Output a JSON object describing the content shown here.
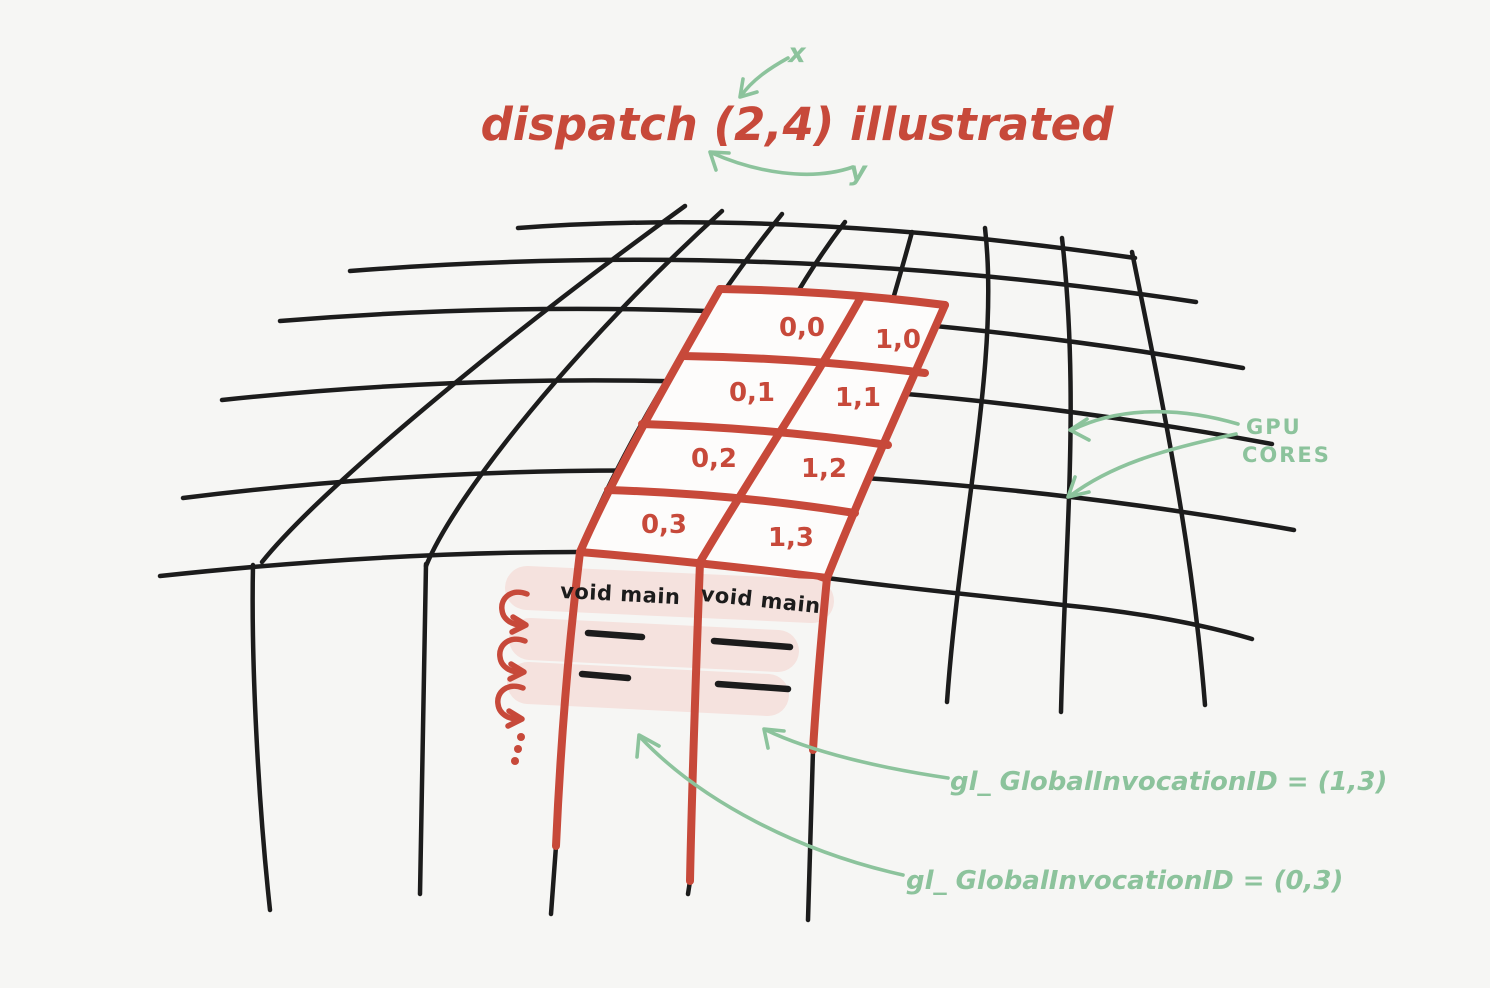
{
  "title": "dispatch (2,4) illustrated",
  "axis_arrows": {
    "x_label": "x",
    "y_label": "y"
  },
  "gpu_cores_label": {
    "line1": "GPU",
    "line2": "CORES"
  },
  "dispatch_grid": {
    "columns": 2,
    "rows": 4,
    "cell_labels": [
      "0,0",
      "1,0",
      "0,1",
      "1,1",
      "0,2",
      "1,2",
      "0,3",
      "1,3"
    ]
  },
  "threads": [
    {
      "code_header": "void main"
    },
    {
      "code_header": "void main"
    }
  ],
  "annotations": {
    "invocation_right": "gl_ GlobalInvocationID = (1,3)",
    "invocation_left": "gl_ GlobalInvocationID = (0,3)"
  },
  "colors": {
    "background": "#f6f6f4",
    "ink_black": "#1c1c1c",
    "accent_red": "#c7493a",
    "annotation_green": "#8cc39c",
    "highlight_pink": "#f5e2de",
    "cell_fill": "#fdfcfb"
  }
}
